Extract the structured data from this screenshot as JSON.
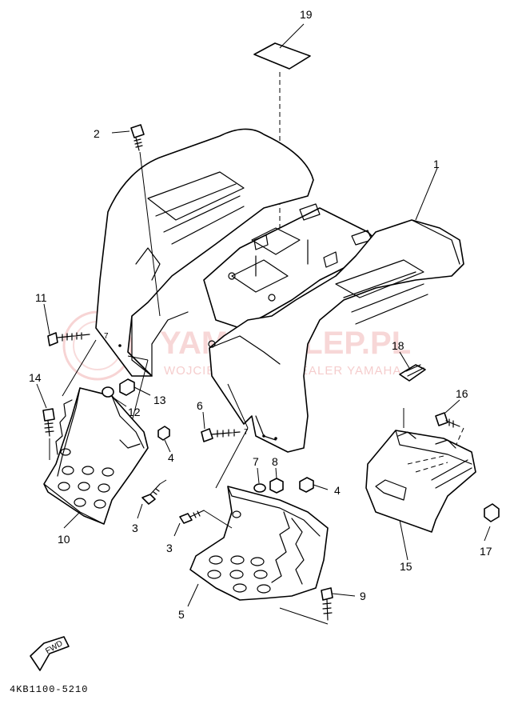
{
  "diagram": {
    "part_code": "4KB1100-5210",
    "fwd_label": "FWD",
    "watermark": {
      "brand": "YAMA SKLEP.PL",
      "tagline": "WOJCIECHOWICZ | DEALER YAMAHA"
    },
    "callouts": [
      "19",
      "2",
      "1",
      "11",
      "18",
      "14",
      "12",
      "13",
      "4",
      "6",
      "16",
      "7",
      "8",
      "4",
      "10",
      "3",
      "3",
      "17",
      "15",
      "9",
      "5"
    ]
  }
}
